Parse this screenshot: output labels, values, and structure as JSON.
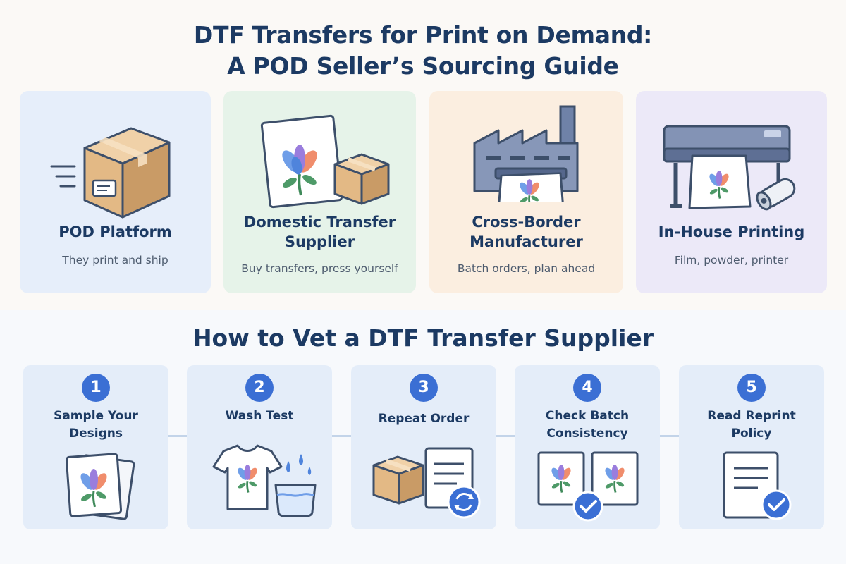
{
  "title": {
    "line1": "DTF Transfers for Print on Demand:",
    "line2": "A POD Seller’s Sourcing Guide"
  },
  "options": [
    {
      "label": "POD Platform",
      "sub": "They print and ship",
      "icon": "shipping-box-icon",
      "color": "#e6eefa"
    },
    {
      "label_line1": "Domestic Transfer",
      "label_line2": "Supplier",
      "sub": "Buy transfers, press yourself",
      "icon": "transfer-and-box-icon",
      "color": "#e6f3e9"
    },
    {
      "label_line1": "Cross-Border",
      "label_line2": "Manufacturer",
      "sub": "Batch orders, plan ahead",
      "icon": "factory-icon",
      "color": "#fbeee0"
    },
    {
      "label": "In-House Printing",
      "sub": "Film, powder, printer",
      "icon": "printer-icon",
      "color": "#ece9f8"
    }
  ],
  "vetting": {
    "title": "How to Vet a DTF Transfer Supplier",
    "steps": [
      {
        "number": "1",
        "label_line1": "Sample Your",
        "label_line2": "Designs",
        "icon": "sample-sheets-icon"
      },
      {
        "number": "2",
        "label_line1": "Wash Test",
        "label_line2": "",
        "icon": "tshirt-wash-icon"
      },
      {
        "number": "3",
        "label_line1": "Repeat Order",
        "label_line2": "",
        "icon": "repeat-order-icon"
      },
      {
        "number": "4",
        "label_line1": "Check Batch",
        "label_line2": "Consistency",
        "icon": "batch-check-icon"
      },
      {
        "number": "5",
        "label_line1": "Read Reprint",
        "label_line2": "Policy",
        "icon": "policy-document-icon"
      }
    ]
  },
  "colors": {
    "primary_text": "#1c3a63",
    "accent_blue": "#3b6fd4",
    "box_tan": "#d9b48a"
  }
}
